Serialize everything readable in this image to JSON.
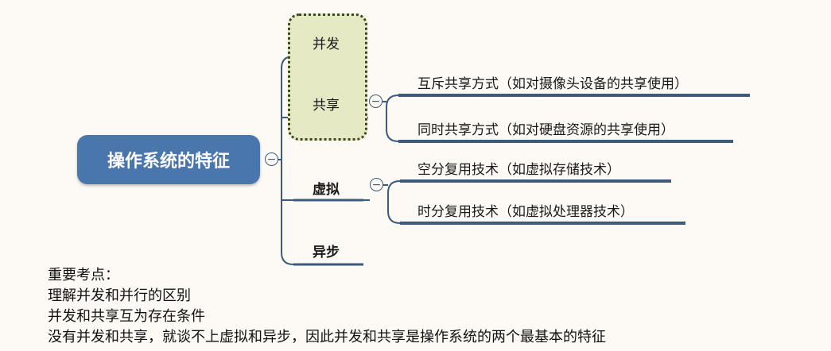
{
  "root": {
    "label": "操作系统的特征"
  },
  "branches": [
    {
      "label": "并发"
    },
    {
      "label": "共享"
    },
    {
      "label": "虚拟"
    },
    {
      "label": "异步"
    }
  ],
  "sub_share": [
    {
      "label": "互斥共享方式（如对摄像头设备的共享使用）"
    },
    {
      "label": "同时共享方式（如对硬盘资源的共享使用）"
    }
  ],
  "sub_virtual": [
    {
      "label": "空分复用技术（如虚拟存储技术）"
    },
    {
      "label": "时分复用技术（如虚拟处理器技术）"
    }
  ],
  "collapse_symbol": "−",
  "notes": {
    "heading": "重要考点：",
    "lines": [
      "理解并发和并行的区别",
      "并发和共享互为存在条件",
      "没有并发和共享，就谈不上虚拟和异步，因此并发和共享是操作系统的两个最基本的特征"
    ]
  },
  "colors": {
    "root_fill": "#4a76ae",
    "connector": "#3d5a7c",
    "branch_underline": "#6f8aa6",
    "highlight_fill": "#e5e9c4",
    "highlight_border": "#3a4a18"
  }
}
